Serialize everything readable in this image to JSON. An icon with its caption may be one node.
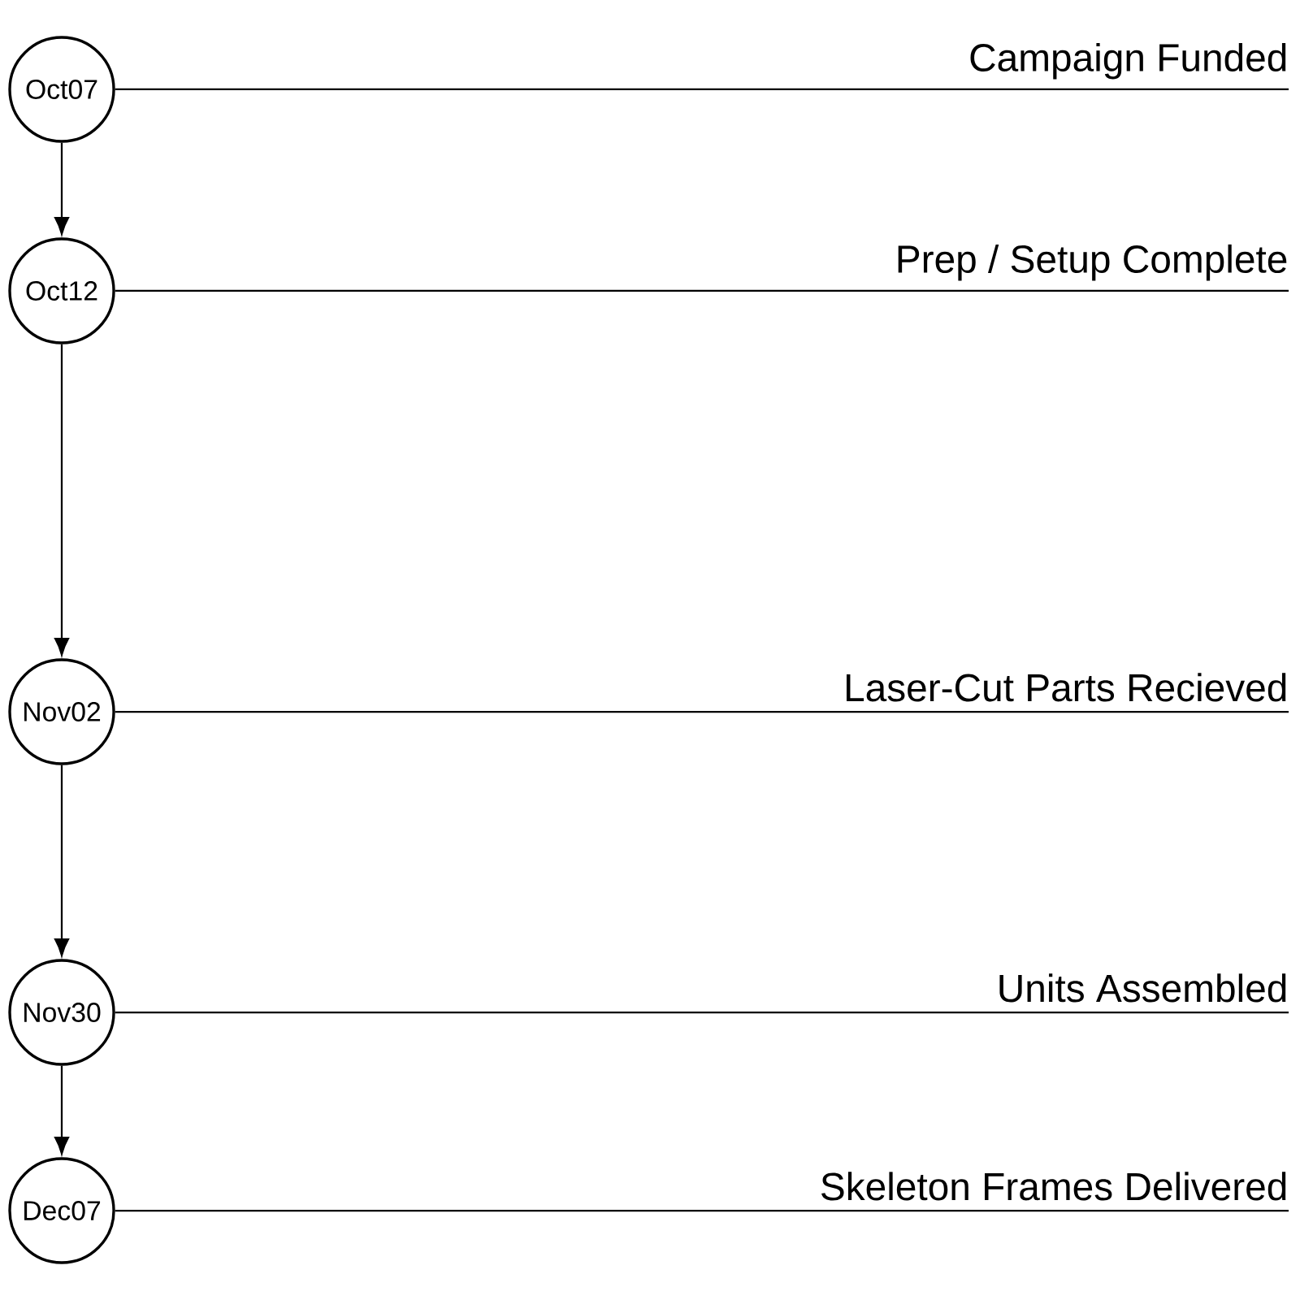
{
  "diagram": {
    "nodes": [
      {
        "text": [
          "Oct07"
        ]
      },
      {
        "text": [
          "Campaign Funded"
        ]
      },
      {
        "text": [
          "Oct12"
        ]
      },
      {
        "text": [
          "Prep / Setup Complete"
        ]
      },
      {
        "text": [
          "Nov02"
        ]
      },
      {
        "text": [
          "Laser-Cut Parts Recieved"
        ]
      },
      {
        "text": [
          "Nov30"
        ]
      },
      {
        "text": [
          "Units Assembled"
        ]
      },
      {
        "text": [
          "Dec07"
        ]
      },
      {
        "text": [
          "Skeleton Frames Delivered"
        ]
      }
    ],
    "edges": [
      {
        "from": 0,
        "to": 2,
        "arrow": "to"
      },
      {
        "from": 2,
        "to": 4,
        "arrow": "to"
      },
      {
        "from": 4,
        "to": 6,
        "arrow": "to"
      },
      {
        "from": 6,
        "to": 8,
        "arrow": "to"
      },
      {
        "from": 0,
        "to": 1,
        "arrow": "none"
      },
      {
        "from": 2,
        "to": 3,
        "arrow": "none"
      },
      {
        "from": 4,
        "to": 5,
        "arrow": "none"
      },
      {
        "from": 6,
        "to": 7,
        "arrow": "none"
      },
      {
        "from": 8,
        "to": 9,
        "arrow": "none"
      }
    ]
  }
}
